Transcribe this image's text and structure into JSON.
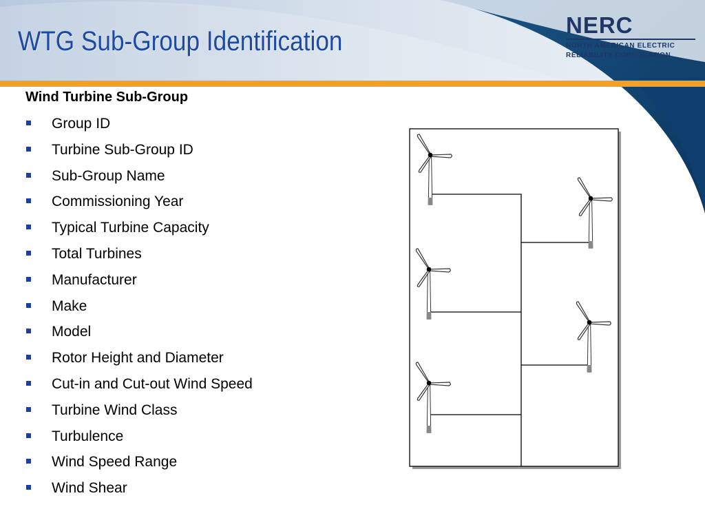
{
  "slide": {
    "title": "WTG Sub-Group Identification",
    "colors": {
      "title": "#1c4aa4",
      "header_band": "#c9d6e6",
      "accent_orange": "#f4a024",
      "navy_corner": "#0e3f6e",
      "bullet": "#1f3d9a"
    }
  },
  "logo": {
    "name": "NERC",
    "subtitle_line1": "NORTH AMERICAN ELECTRIC",
    "subtitle_line2": "RELIABILITY CORPORATION"
  },
  "content": {
    "heading": "Wind Turbine Sub-Group",
    "bullets": [
      "Group ID",
      "Turbine Sub-Group ID",
      "Sub-Group Name",
      "Commissioning Year",
      "Typical Turbine Capacity",
      "Total Turbines",
      "Manufacturer",
      "Make",
      "Model",
      "Rotor Height and Diameter",
      "Cut-in and Cut-out Wind Speed",
      "Turbine Wind Class",
      "Turbulence",
      "Wind Speed Range",
      "Wind Shear"
    ]
  },
  "diagram": {
    "description_icon": "wind-turbine-icon",
    "turbine_count": 5
  }
}
